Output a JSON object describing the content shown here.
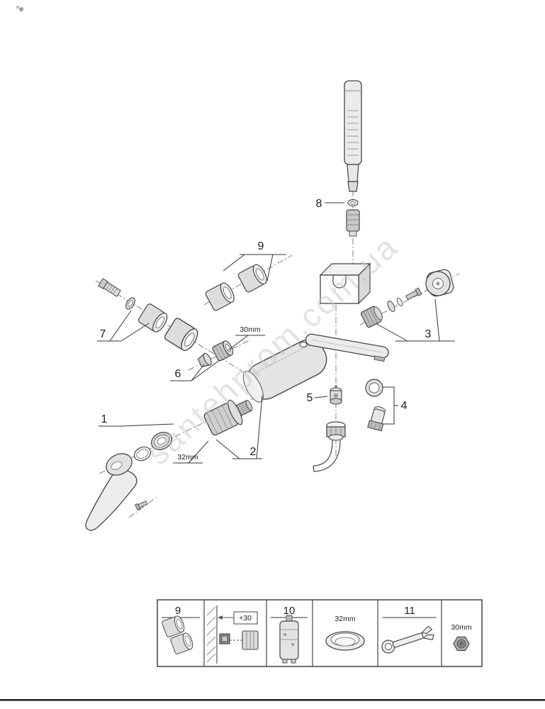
{
  "watermark": {
    "text": "santehprom.com.ua"
  },
  "callouts": {
    "n1": "1",
    "n2": "2",
    "n3": "3",
    "n4": "4",
    "n5": "5",
    "n6": "6",
    "n7": "7",
    "n8": "8",
    "n9": "9"
  },
  "dimensions": {
    "d30": "30mm",
    "d32": "32mm"
  },
  "legend": {
    "cell9": "9",
    "cellExt": "+30",
    "cell10": "10",
    "cell32": "32mm",
    "cell11": "11",
    "cell30": "30mm"
  }
}
